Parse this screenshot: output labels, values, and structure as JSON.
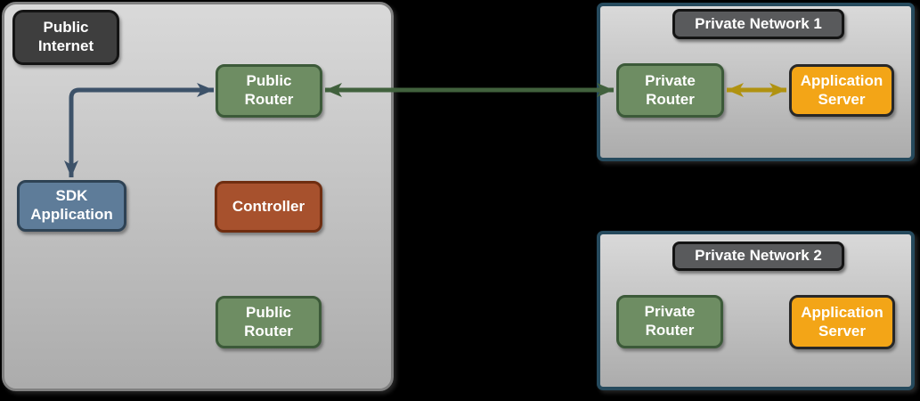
{
  "colors": {
    "background": "#000000",
    "container_top": "#d9d9d9",
    "container_bottom": "#acacac",
    "public_container_border": "#808080",
    "private_container_border": "#264a5d",
    "dark_badge_fill": "#3e3e3e",
    "gray_badge_fill": "#595a5c",
    "badge_border": "#141414",
    "router_fill": "#6e8d63",
    "router_border": "#3c5a39",
    "sdk_fill": "#5e7c99",
    "sdk_border": "#2e4254",
    "controller_fill": "#a7512d",
    "controller_border": "#6f2d10",
    "appserver_fill": "#f3a517",
    "appserver_border": "#282828",
    "arrow_blue": "#3d5269",
    "arrow_green": "#41613d",
    "arrow_yellow": "#b09210",
    "label_text": "#ffffff"
  },
  "public_cloud": {
    "internet_label": "Public\nInternet",
    "public_router_top_label": "Public\nRouter",
    "sdk_application_label": "SDK\nApplication",
    "controller_label": "Controller",
    "public_router_bottom_label": "Public\nRouter"
  },
  "private_network_1": {
    "title": "Private Network 1",
    "private_router_label": "Private\nRouter",
    "application_server_label": "Application\nServer"
  },
  "private_network_2": {
    "title": "Private Network 2",
    "private_router_label": "Private\nRouter",
    "application_server_label": "Application\nServer"
  },
  "edges": [
    {
      "from": "SDK Application",
      "to": "Public Router (top)",
      "direction": "bidirectional",
      "shape": "elbow",
      "color": "#3d5269"
    },
    {
      "from": "Public Router (top)",
      "to": "Private Router (Private Network 1)",
      "direction": "bidirectional",
      "shape": "straight",
      "color": "#41613d"
    },
    {
      "from": "Private Router (Private Network 1)",
      "to": "Application Server (Private Network 1)",
      "direction": "bidirectional",
      "shape": "straight",
      "color": "#b09210"
    }
  ]
}
